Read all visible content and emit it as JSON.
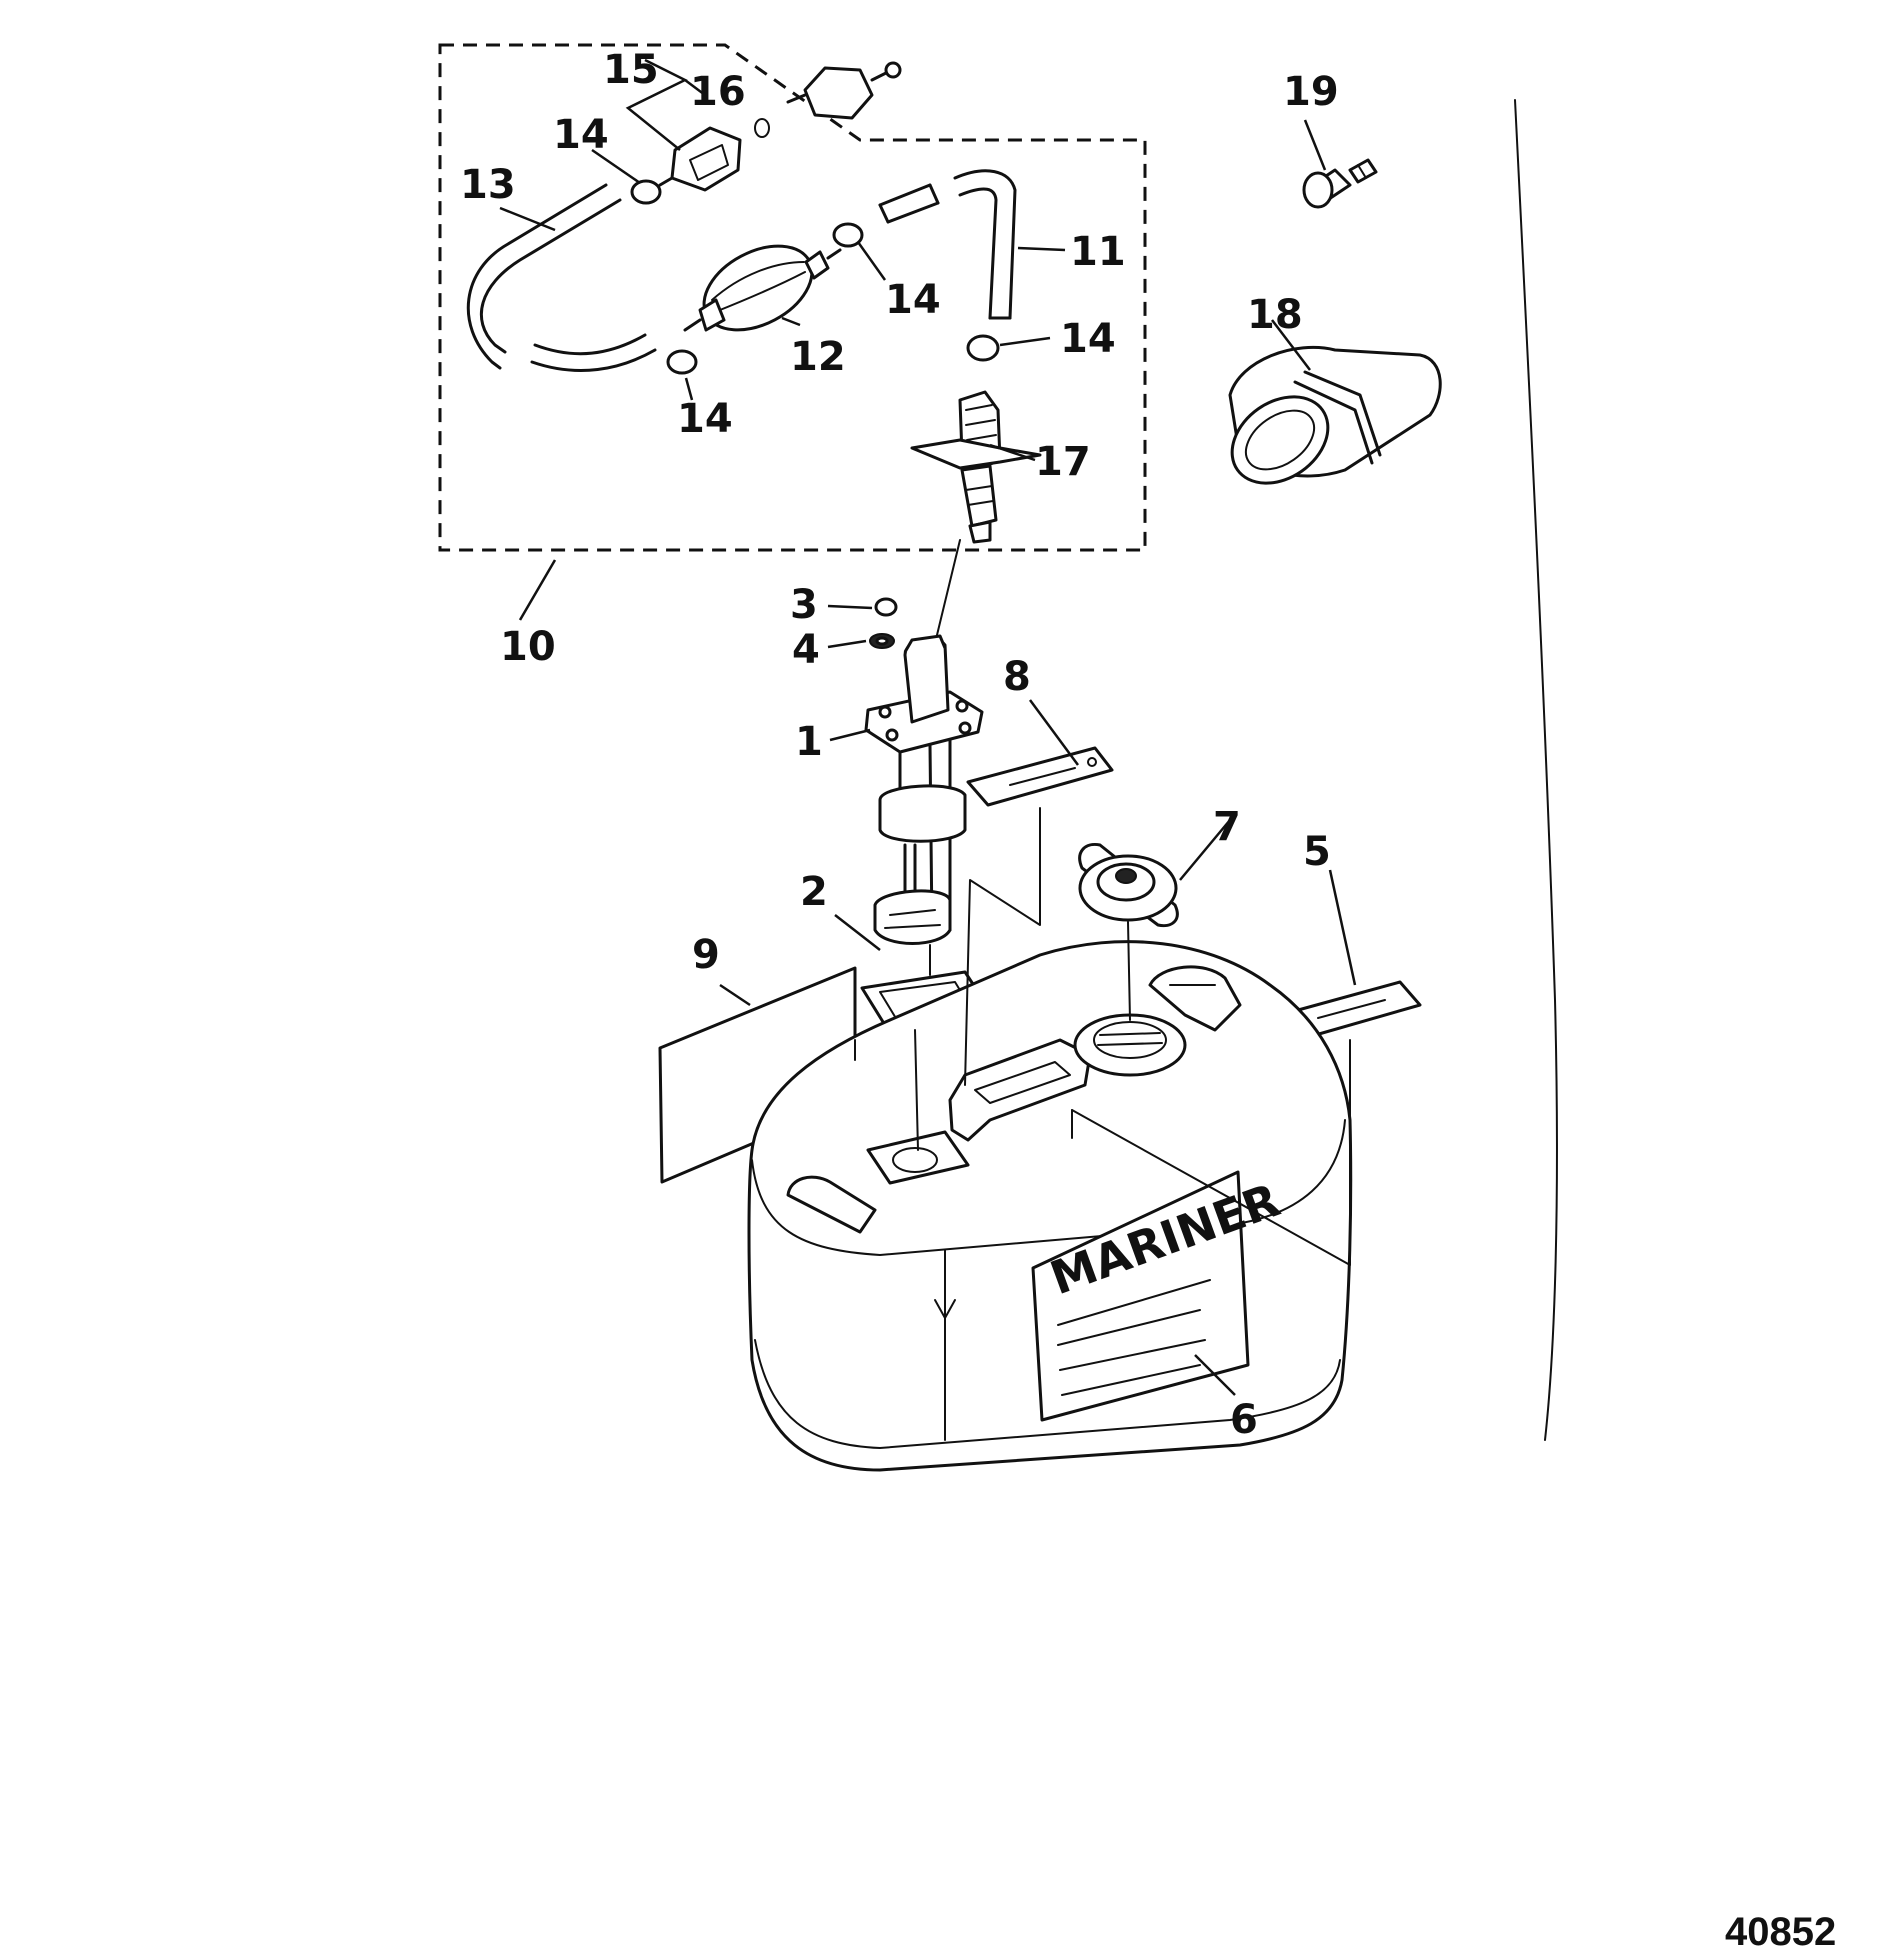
{
  "diagram": {
    "figure_number": "40852",
    "brand_label": "MARINER",
    "callouts": {
      "c1": "1",
      "c2": "2",
      "c3": "3",
      "c4": "4",
      "c5": "5",
      "c6": "6",
      "c7": "7",
      "c8": "8",
      "c9": "9",
      "c10": "10",
      "c11": "11",
      "c12": "12",
      "c13": "13",
      "c14a": "14",
      "c14b": "14",
      "c14c": "14",
      "c14d": "14",
      "c15": "15",
      "c16": "16",
      "c17": "17",
      "c18": "18",
      "c19": "19"
    }
  }
}
